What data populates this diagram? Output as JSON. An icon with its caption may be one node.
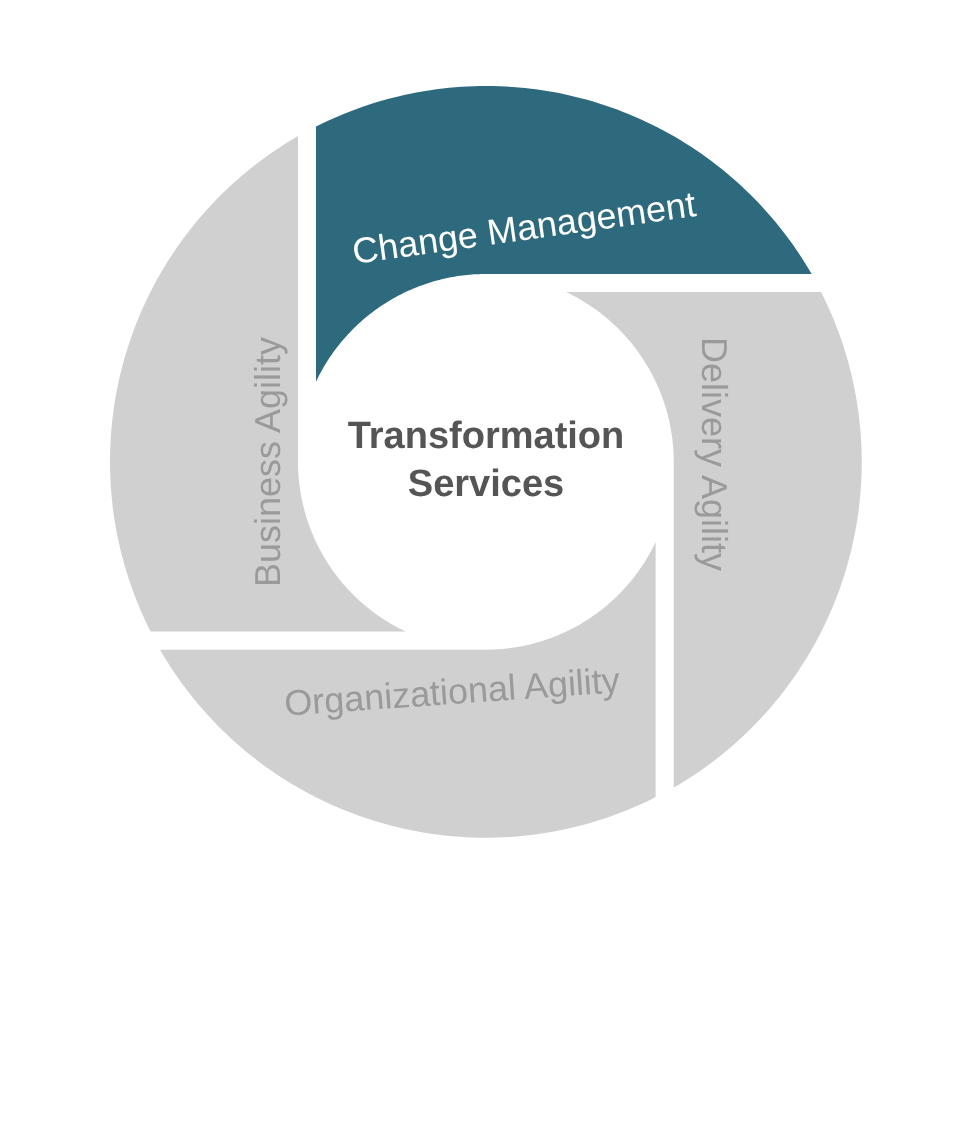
{
  "diagram": {
    "nodes": [
      {
        "text": [
          "Change Management"
        ]
      },
      {
        "text": [
          "Business Agility"
        ]
      },
      {
        "text": [
          "Delivery Agility"
        ]
      },
      {
        "text": [
          "Organizational Agility"
        ]
      }
    ],
    "labels": [
      "Transformation Services"
    ]
  }
}
